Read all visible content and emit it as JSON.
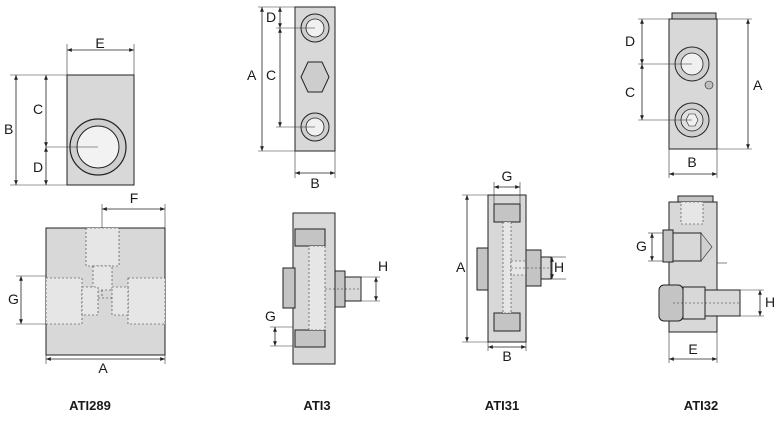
{
  "models": [
    {
      "caption": "ATI289",
      "dims": [
        "E",
        "B",
        "C",
        "D",
        "F",
        "G",
        "A"
      ]
    },
    {
      "caption": "ATI3",
      "dims": [
        "D",
        "A",
        "C",
        "B",
        "H",
        "G"
      ]
    },
    {
      "caption": "ATI31",
      "dims": [
        "G",
        "A",
        "H",
        "B"
      ]
    },
    {
      "caption": "ATI32",
      "dims": [
        "D",
        "C",
        "A",
        "B",
        "G",
        "H",
        "E"
      ]
    }
  ],
  "colors": {
    "body": "#d8d8d8",
    "line": "#222222",
    "paper": "#ffffff"
  }
}
